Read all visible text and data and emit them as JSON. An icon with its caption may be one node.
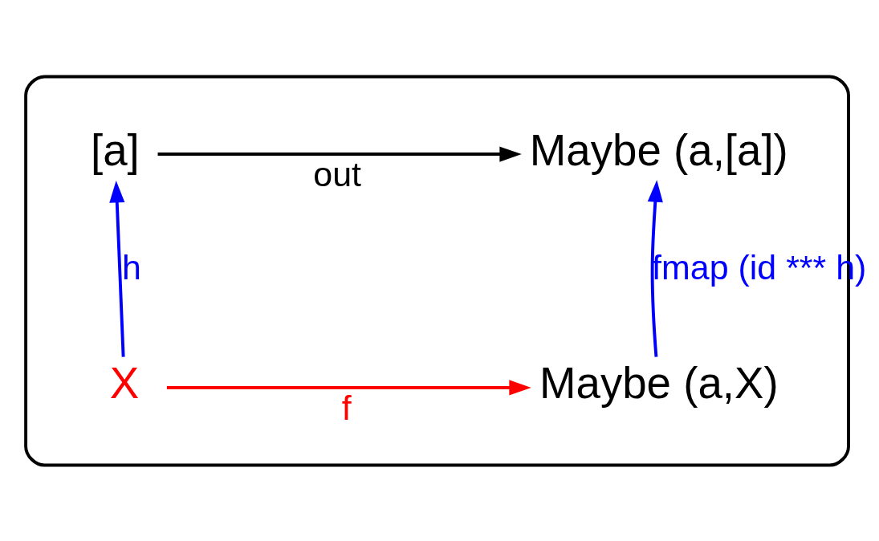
{
  "diagram": {
    "nodes": [
      {
        "text": [],
        "shape": "box"
      },
      {
        "text": [
          "[a]"
        ],
        "in": 0
      },
      {
        "text": [
          "Maybe (a,[a])"
        ],
        "in": 0
      },
      {
        "text": [
          "X"
        ],
        "in": 0
      },
      {
        "text": [
          "Maybe (a,X)"
        ],
        "in": 0
      }
    ],
    "edges": [
      {
        "from": 1,
        "to": 2,
        "arrow": "to",
        "label": "out",
        "color": "#000000"
      },
      {
        "from": 3,
        "to": 1,
        "arrow": "to",
        "label": "h",
        "color": "#0000ff"
      },
      {
        "from": 4,
        "to": 2,
        "arrow": "to",
        "label": "fmap (id *** h)",
        "color": "#0000ff"
      },
      {
        "from": 3,
        "to": 4,
        "arrow": "to",
        "label": "f",
        "color": "#ff0000"
      }
    ]
  }
}
